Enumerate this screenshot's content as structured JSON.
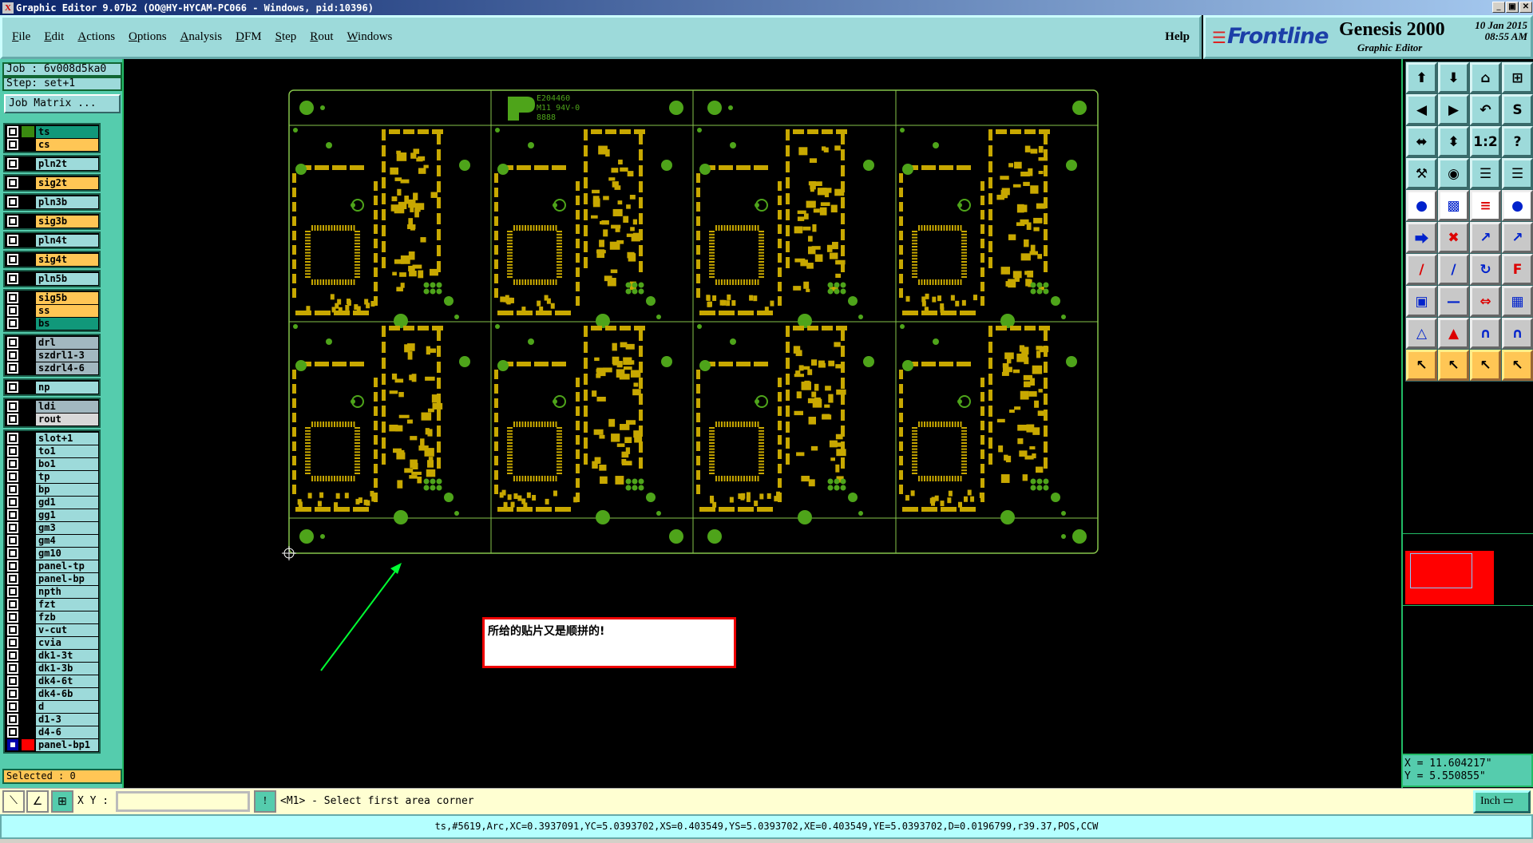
{
  "window": {
    "title": "Graphic Editor 9.07b2 (OO@HY-HYCAM-PC066 - Windows, pid:10396)",
    "minimize": "_",
    "restore": "▣",
    "close": "✕"
  },
  "menu": {
    "items": [
      "File",
      "Edit",
      "Actions",
      "Options",
      "Analysis",
      "DFM",
      "Step",
      "Rout",
      "Windows"
    ],
    "help": "Help"
  },
  "brand": {
    "logo": "Frontline",
    "product": "Genesis 2000",
    "subtitle": "Graphic Editor",
    "date": "10 Jan 2015",
    "time": "08:55 AM"
  },
  "job": {
    "job_label": "Job : 6v008d5ka0",
    "step_label": "Step: set+1",
    "matrix_button": "Job Matrix ..."
  },
  "layer_groups": [
    [
      {
        "name": "ts",
        "color": "#11987a",
        "swatch": "#3a8a10"
      },
      {
        "name": "cs",
        "color": "#ffc655"
      }
    ],
    [
      {
        "name": "pln2t",
        "color": "#9ddada"
      }
    ],
    [
      {
        "name": "sig2t",
        "color": "#ffc655"
      }
    ],
    [
      {
        "name": "pln3b",
        "color": "#9ddada"
      }
    ],
    [
      {
        "name": "sig3b",
        "color": "#ffc655"
      }
    ],
    [
      {
        "name": "pln4t",
        "color": "#9ddada"
      }
    ],
    [
      {
        "name": "sig4t",
        "color": "#ffc655"
      }
    ],
    [
      {
        "name": "pln5b",
        "color": "#9ddada"
      }
    ],
    [
      {
        "name": "sig5b",
        "color": "#ffc655"
      },
      {
        "name": "ss",
        "color": "#ffc655"
      },
      {
        "name": "bs",
        "color": "#11987a"
      }
    ],
    [
      {
        "name": "drl",
        "color": "#a2b8c0"
      },
      {
        "name": "szdrl1-3",
        "color": "#a2b8c0"
      },
      {
        "name": "szdrl4-6",
        "color": "#a2b8c0"
      }
    ],
    [
      {
        "name": "np",
        "color": "#9ddada"
      }
    ],
    [
      {
        "name": "ldi",
        "color": "#a2b8c0"
      },
      {
        "name": "rout",
        "color": "#d8d8d8"
      }
    ],
    [
      {
        "name": "slot+1",
        "color": "#9ddada"
      },
      {
        "name": "to1",
        "color": "#9ddada"
      },
      {
        "name": "bo1",
        "color": "#9ddada"
      },
      {
        "name": "tp",
        "color": "#9ddada"
      },
      {
        "name": "bp",
        "color": "#9ddada"
      },
      {
        "name": "gd1",
        "color": "#9ddada"
      },
      {
        "name": "gg1",
        "color": "#9ddada"
      },
      {
        "name": "gm3",
        "color": "#9ddada"
      },
      {
        "name": "gm4",
        "color": "#9ddada"
      },
      {
        "name": "gm10",
        "color": "#9ddada"
      },
      {
        "name": "panel-tp",
        "color": "#9ddada"
      },
      {
        "name": "panel-bp",
        "color": "#9ddada"
      },
      {
        "name": "npth",
        "color": "#9ddada"
      },
      {
        "name": "fzt",
        "color": "#9ddada"
      },
      {
        "name": "fzb",
        "color": "#9ddada"
      },
      {
        "name": "v-cut",
        "color": "#9ddada"
      },
      {
        "name": "cvia",
        "color": "#9ddada"
      },
      {
        "name": "dk1-3t",
        "color": "#9ddada"
      },
      {
        "name": "dk1-3b",
        "color": "#9ddada"
      },
      {
        "name": "dk4-6t",
        "color": "#9ddada"
      },
      {
        "name": "dk4-6b",
        "color": "#9ddada"
      },
      {
        "name": "d",
        "color": "#9ddada"
      },
      {
        "name": "d1-3",
        "color": "#9ddada"
      },
      {
        "name": "d4-6",
        "color": "#9ddada"
      },
      {
        "name": "panel-bp1",
        "color": "#9ddada",
        "swatch": "#ff0000",
        "selected": true
      }
    ]
  ],
  "selected_label": "Selected : 0",
  "pcb": {
    "marking": [
      "E204460",
      "M11 94V-0",
      "8888"
    ],
    "rows": 2,
    "cols": 4,
    "pad_color": "#c8a800",
    "copper_color": "#4ea41a",
    "outline_color": "#86c44a"
  },
  "annotation": {
    "text": "所给的贴片又是顺拼的!",
    "arrow_color": "#00ff33",
    "border_color": "#e00000"
  },
  "toolbar": [
    [
      "open-job",
      "⬆",
      "c"
    ],
    [
      "save",
      "⬇",
      "c"
    ],
    [
      "home",
      "⌂",
      "c"
    ],
    [
      "grid-xy",
      "⊞",
      "c"
    ],
    [
      "prev-step",
      "◀",
      "c"
    ],
    [
      "next-step",
      "▶",
      "c"
    ],
    [
      "undo",
      "↶",
      "c"
    ],
    [
      "snap",
      "S",
      "c"
    ],
    [
      "zoom-fit",
      "⬌",
      "c"
    ],
    [
      "zoom-center",
      "⬍",
      "c"
    ],
    [
      "scale",
      "1:2",
      "c"
    ],
    [
      "help",
      "?",
      "c"
    ],
    [
      "tools",
      "⚒",
      "c"
    ],
    [
      "measure-probe",
      "◉",
      "c"
    ],
    [
      "netlist-1",
      "☰",
      "c"
    ],
    [
      "netlist-2",
      "☰",
      "c"
    ],
    [
      "add-feature",
      "●",
      "w"
    ],
    [
      "select-area",
      "▩",
      "w"
    ],
    [
      "ruler",
      "≡",
      "w"
    ],
    [
      "pad",
      "●",
      "w"
    ],
    [
      "connect",
      "⮕",
      "g"
    ],
    [
      "delete-feature",
      "✖",
      "g"
    ],
    [
      "move-pad",
      "↗",
      "g"
    ],
    [
      "copy-pad",
      "↗",
      "g"
    ],
    [
      "line-move",
      "∕",
      "g"
    ],
    [
      "line-stretch",
      "∕",
      "g"
    ],
    [
      "rotate",
      "↻",
      "g"
    ],
    [
      "mirror",
      "F",
      "g"
    ],
    [
      "move-same",
      "▣",
      "g"
    ],
    [
      "line-split",
      "—",
      "g"
    ],
    [
      "resize",
      "⇔",
      "g"
    ],
    [
      "contourize",
      "▦",
      "g"
    ],
    [
      "triangle-1",
      "△",
      "g"
    ],
    [
      "triangle-2",
      "▲",
      "g"
    ],
    [
      "arch-1",
      "∩",
      "g"
    ],
    [
      "arch-2",
      "∩",
      "g"
    ],
    [
      "pointer",
      "↖",
      "o"
    ],
    [
      "pointer-box",
      "↖",
      "o"
    ],
    [
      "pointer-poly",
      "↖",
      "o"
    ],
    [
      "pointer-net",
      "↖",
      "o"
    ]
  ],
  "coords": {
    "x": "X = 11.604217\"",
    "y": "Y = 5.550855\""
  },
  "bottom": {
    "xy_label": "X Y :",
    "xy_value": "",
    "prompt": "<M1> - Select first area corner",
    "units": "Inch"
  },
  "status": "ts,#5619,Arc,XC=0.3937091,YC=5.0393702,XS=0.403549,YS=5.0393702,XE=0.403549,YE=5.0393702,D=0.0196799,r39.37,POS,CCW"
}
